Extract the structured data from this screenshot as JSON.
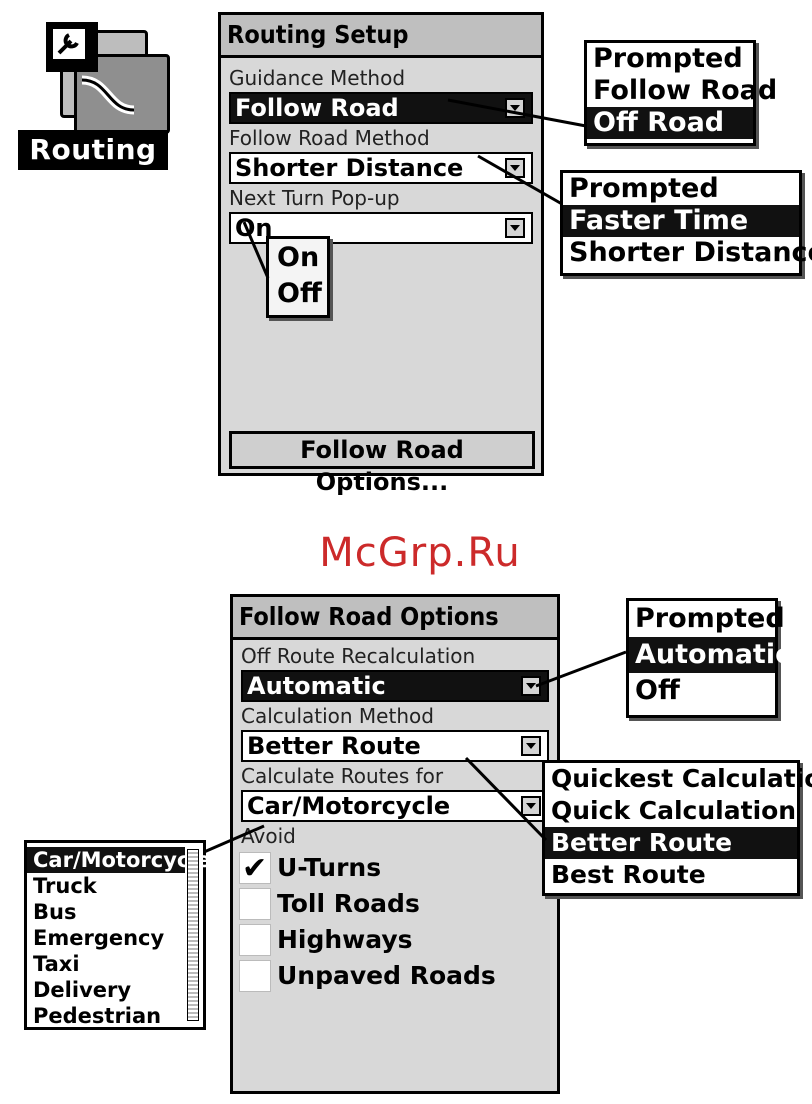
{
  "routing_icon": {
    "label": "Routing"
  },
  "routing_setup": {
    "title": "Routing Setup",
    "guidance_label": "Guidance Method",
    "guidance_value": "Follow Road",
    "follow_road_label": "Follow Road Method",
    "follow_road_value": "Shorter Distance",
    "next_turn_label": "Next Turn Pop-up",
    "next_turn_value": "On",
    "button_label": "Follow Road Options...",
    "guidance_options": [
      "Prompted",
      "Follow Road",
      "Off Road"
    ],
    "guidance_highlight": "Off Road",
    "follow_road_options": [
      "Prompted",
      "Faster Time",
      "Shorter Distance"
    ],
    "follow_road_highlight": "Faster Time",
    "next_turn_options": [
      "On",
      "Off"
    ]
  },
  "watermark": "McGrp.Ru",
  "follow_road_options": {
    "title": "Follow Road Options",
    "recalc_label": "Off Route Recalculation",
    "recalc_value": "Automatic",
    "calc_method_label": "Calculation Method",
    "calc_method_value": "Better Route",
    "calc_routes_label": "Calculate Routes for",
    "calc_routes_value": "Car/Motorcycle",
    "avoid_label": "Avoid",
    "avoid_items": [
      {
        "label": "U-Turns",
        "checked": true
      },
      {
        "label": "Toll Roads",
        "checked": false
      },
      {
        "label": "Highways",
        "checked": false
      },
      {
        "label": "Unpaved Roads",
        "checked": false
      }
    ],
    "recalc_options": [
      "Prompted",
      "Automatic",
      "Off"
    ],
    "recalc_highlight": "Automatic",
    "calc_method_options": [
      "Quickest Calculation",
      "Quick Calculation",
      "Better Route",
      "Best Route"
    ],
    "calc_method_highlight": "Better Route",
    "vehicle_options": [
      "Car/Motorcycle",
      "Truck",
      "Bus",
      "Emergency",
      "Taxi",
      "Delivery",
      "Pedestrian"
    ],
    "vehicle_highlight": "Car/Motorcycle"
  }
}
